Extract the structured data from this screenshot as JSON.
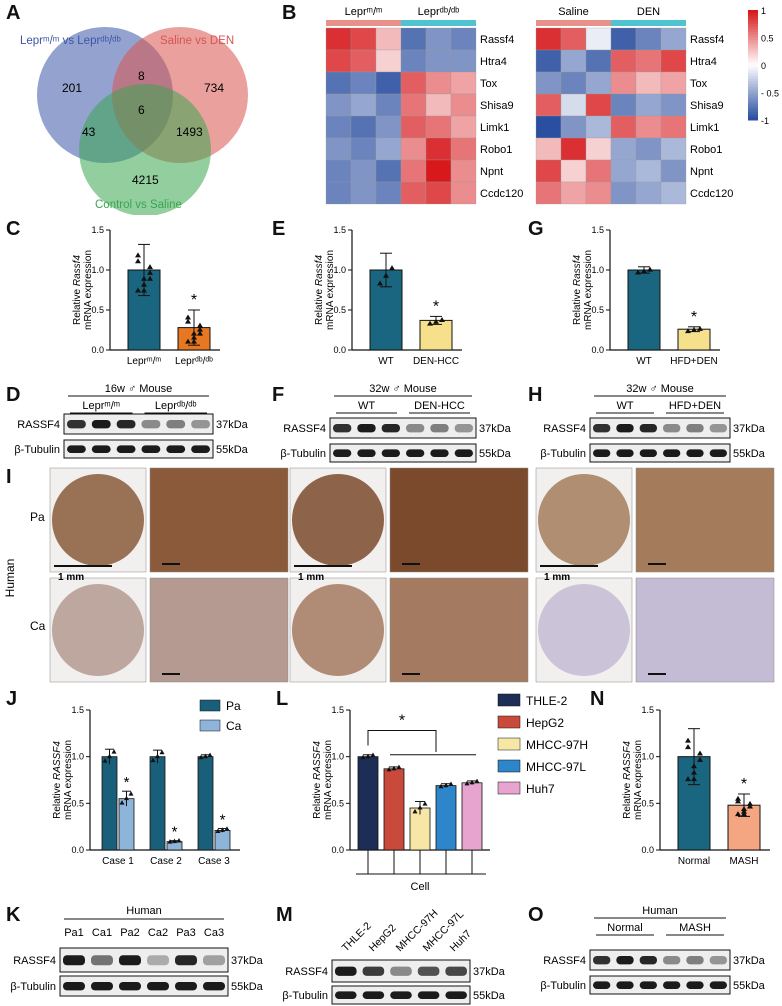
{
  "letters": {
    "A": "A",
    "B": "B",
    "C": "C",
    "D": "D",
    "E": "E",
    "F": "F",
    "G": "G",
    "H": "H",
    "I": "I",
    "J": "J",
    "K": "K",
    "L": "L",
    "M": "M",
    "N": "N",
    "O": "O"
  },
  "venn": {
    "set1": "Leprᵐ/ᵐ vs Leprᵈᵇ/ᵈᵇ",
    "set2": "Saline vs DEN",
    "set3": "Control vs Saline",
    "counts": {
      "only1": "201",
      "only2": "734",
      "only3": "4215",
      "s12": "8",
      "s13": "43",
      "s23": "1493",
      "s123": "6"
    },
    "colors": {
      "set1": "#3b55a5",
      "set2": "#d9534f",
      "set3": "#3aa651"
    }
  },
  "heatmap": {
    "genes": [
      "Rassf4",
      "Htra4",
      "Tox",
      "Shisa9",
      "Limk1",
      "Robo1",
      "Npnt",
      "Ccdc120"
    ],
    "group_left": [
      "Leprᵐ/ᵐ",
      "Leprᵈᵇ/ᵈᵇ"
    ],
    "group_right": [
      "Saline",
      "DEN"
    ],
    "scale_ticks": [
      "1",
      "0.5",
      "0",
      "- 0.5",
      "-1"
    ],
    "left_values": [
      [
        0.9,
        0.8,
        0.3,
        -0.8,
        -0.6,
        -0.7
      ],
      [
        0.8,
        0.7,
        0.2,
        -0.7,
        -0.6,
        -0.6
      ],
      [
        -0.8,
        -0.7,
        -0.9,
        0.7,
        0.5,
        0.4
      ],
      [
        -0.6,
        -0.5,
        -0.7,
        0.6,
        0.3,
        0.5
      ],
      [
        -0.7,
        -0.8,
        -0.6,
        0.7,
        0.6,
        0.4
      ],
      [
        -0.6,
        -0.7,
        -0.5,
        0.5,
        0.9,
        0.6
      ],
      [
        -0.7,
        -0.6,
        -0.8,
        0.6,
        1.0,
        0.5
      ],
      [
        -0.7,
        -0.6,
        -0.7,
        0.7,
        0.8,
        0.5
      ]
    ],
    "right_values": [
      [
        0.9,
        0.7,
        -0.1,
        -0.9,
        -0.7,
        -0.5
      ],
      [
        -0.9,
        -0.5,
        -0.8,
        0.7,
        0.6,
        0.8
      ],
      [
        -0.6,
        -0.7,
        -0.5,
        0.5,
        0.3,
        0.4
      ],
      [
        0.7,
        -0.2,
        0.8,
        -0.7,
        -0.5,
        -0.6
      ],
      [
        -1.0,
        -0.6,
        -0.4,
        0.7,
        0.5,
        0.6
      ],
      [
        0.3,
        0.9,
        0.2,
        -0.5,
        -0.6,
        -0.4
      ],
      [
        0.8,
        0.2,
        0.6,
        -0.5,
        -0.4,
        -0.6
      ],
      [
        0.6,
        0.4,
        0.5,
        -0.6,
        -0.5,
        -0.4
      ]
    ]
  },
  "barC": {
    "ylabel1": "Relative ",
    "ylabel_gene": "Rassf4",
    "ylabel2": "mRNA expression",
    "ticks": [
      "1.5",
      "1.0",
      "0.5",
      "0.0"
    ],
    "cats": [
      "Leprᵐ/ᵐ",
      "Leprᵈᵇ/ᵈᵇ"
    ],
    "values": [
      1.0,
      0.28
    ],
    "err": [
      0.32,
      0.22
    ],
    "colors": [
      "#1a6680",
      "#e87722"
    ],
    "star": "*"
  },
  "barE": {
    "ylabel1": "Relative ",
    "ylabel_gene": "Rassf4",
    "ylabel2": "mRNA expression",
    "ticks": [
      "1.5",
      "1.0",
      "0.5",
      "0.0"
    ],
    "cats": [
      "WT",
      "DEN-HCC"
    ],
    "values": [
      1.0,
      0.37
    ],
    "err": [
      0.21,
      0.05
    ],
    "colors": [
      "#1a6680",
      "#f7e08c"
    ],
    "star": "*"
  },
  "barG": {
    "ylabel1": "Relative ",
    "ylabel_gene": "Rassf4",
    "ylabel2": "mRNA expression",
    "ticks": [
      "1.5",
      "1.0",
      "0.5",
      "0.0"
    ],
    "cats": [
      "WT",
      "HFD+DEN"
    ],
    "values": [
      1.0,
      0.26
    ],
    "err": [
      0.04,
      0.03
    ],
    "colors": [
      "#1a6680",
      "#f7e08c"
    ],
    "star": "*"
  },
  "blotD": {
    "header": "16w ♂ Mouse",
    "groups": [
      "Leprᵐ/ᵐ",
      "Leprᵈᵇ/ᵈᵇ"
    ],
    "rows": [
      "RASSF4",
      "β-Tubulin"
    ],
    "kda": [
      "37kDa",
      "55kDa"
    ]
  },
  "blotF": {
    "header": "32w ♂ Mouse",
    "groups": [
      "WT",
      "DEN-HCC"
    ],
    "rows": [
      "RASSF4",
      "β-Tubulin"
    ],
    "kda": [
      "37kDa",
      "55kDa"
    ]
  },
  "blotH": {
    "header": "32w ♂ Mouse",
    "groups": [
      "WT",
      "HFD+DEN"
    ],
    "rows": [
      "RASSF4",
      "β-Tubulin"
    ],
    "kda": [
      "37kDa",
      "55kDa"
    ]
  },
  "ihc": {
    "side": "Human",
    "rows": [
      "Pa",
      "Ca"
    ],
    "scale": "1 mm"
  },
  "barJ": {
    "ylabel1": "Relative ",
    "ylabel_gene": "RASSF4",
    "ylabel2": "mRNA expression",
    "ticks": [
      "1.5",
      "1.0",
      "0.5",
      "0.0"
    ],
    "cats": [
      "Case 1",
      "Case 2",
      "Case 3"
    ],
    "legend": [
      "Pa",
      "Ca"
    ],
    "colors": [
      "#1a5f7a",
      "#8fb4d9"
    ],
    "pa": [
      1.0,
      1.0,
      1.0
    ],
    "ca": [
      0.55,
      0.09,
      0.21
    ],
    "pa_err": [
      0.08,
      0.07,
      0.02
    ],
    "ca_err": [
      0.08,
      0.01,
      0.02
    ],
    "star": "*"
  },
  "barL": {
    "ylabel1": "Relative ",
    "ylabel_gene": "RASSF4",
    "ylabel2": "mRNA expression",
    "ticks": [
      "1.5",
      "1.0",
      "0.5",
      "0.0"
    ],
    "legend": [
      "THLE-2",
      "HepG2",
      "MHCC-97H",
      "MHCC-97L",
      "Huh7"
    ],
    "colors": [
      "#1d2d55",
      "#c94a3b",
      "#f7e7a6",
      "#2d86c9",
      "#e7a4cf"
    ],
    "values": [
      1.0,
      0.87,
      0.45,
      0.69,
      0.72
    ],
    "err": [
      0.02,
      0.02,
      0.07,
      0.02,
      0.02
    ],
    "xlabel": "Cell",
    "star": "*"
  },
  "barN": {
    "ylabel1": "Relative ",
    "ylabel_gene": "RASSF4",
    "ylabel2": "mRNA expression",
    "ticks": [
      "1.5",
      "1.0",
      "0.5",
      "0.0"
    ],
    "cats": [
      "Normal",
      "MASH"
    ],
    "values": [
      1.0,
      0.48
    ],
    "err": [
      0.3,
      0.12
    ],
    "colors": [
      "#1a6680",
      "#f4a582"
    ],
    "star": "*"
  },
  "blotK": {
    "header": "Human",
    "lanes": [
      "Pa1",
      "Ca1",
      "Pa2",
      "Ca2",
      "Pa3",
      "Ca3"
    ],
    "rows": [
      "RASSF4",
      "β-Tubulin"
    ],
    "kda": [
      "37kDa",
      "55kDa"
    ]
  },
  "blotM": {
    "lanes": [
      "THLE-2",
      "HepG2",
      "MHCC-97H",
      "MHCC-97L",
      "Huh7"
    ],
    "rows": [
      "RASSF4",
      "β-Tubulin"
    ],
    "kda": [
      "37kDa",
      "55kDa"
    ]
  },
  "blotO": {
    "header": "Human",
    "groups": [
      "Normal",
      "MASH"
    ],
    "rows": [
      "RASSF4",
      "β-Tubulin"
    ],
    "kda": [
      "37kDa",
      "55kDa"
    ]
  }
}
